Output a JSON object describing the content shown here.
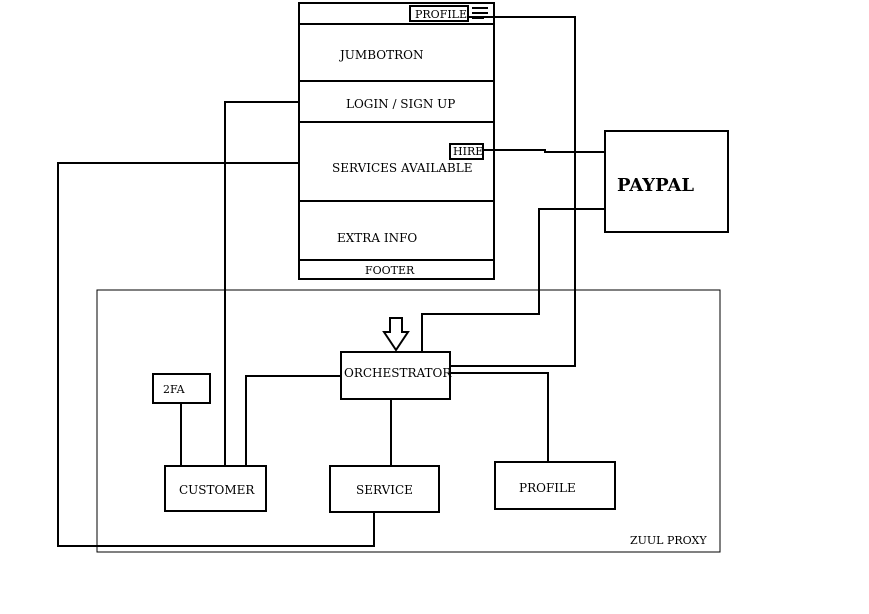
{
  "webpage": {
    "sections": {
      "profile": "PROFILE",
      "jumbotron": "JUMBOTRON",
      "login": "LOGIN / SIGN UP",
      "services": "SERVICES AVAILABLE",
      "hire": "HIRE",
      "extra": "EXTRA INFO",
      "footer": "FOOTER"
    }
  },
  "external": {
    "paypal": "PAYPAL"
  },
  "proxy": {
    "label": "ZUUL PROXY",
    "orchestrator": "ORCHESTRATOR",
    "twofa": "2FA",
    "customer": "CUSTOMER",
    "service": "SERVICE",
    "profile": "PROFILE"
  }
}
